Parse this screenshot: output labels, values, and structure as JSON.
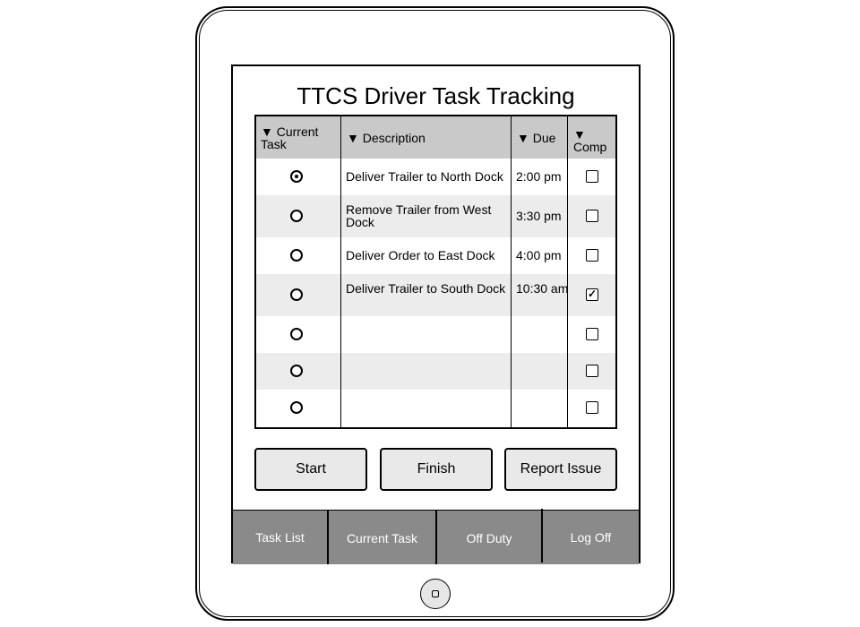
{
  "title": "TTCS Driver Task Tracking",
  "table": {
    "headers": {
      "current_task": "▼ Current Task",
      "description": "▼ Description",
      "due": "▼ Due",
      "comp": "▼ Comp"
    },
    "rows": [
      {
        "description": "Deliver Trailer to North Dock",
        "due": "2:00 pm",
        "current": true,
        "complete": false
      },
      {
        "description": "Remove Trailer from West Dock",
        "due": "3:30 pm",
        "current": false,
        "complete": false
      },
      {
        "description": "Deliver Order to East Dock",
        "due": "4:00 pm",
        "current": false,
        "complete": false
      },
      {
        "description": "Deliver Trailer to South Dock",
        "due": "10:30 am",
        "current": false,
        "complete": true
      },
      {
        "description": "",
        "due": "",
        "current": false,
        "complete": false
      },
      {
        "description": "",
        "due": "",
        "current": false,
        "complete": false
      },
      {
        "description": "",
        "due": "",
        "current": false,
        "complete": false
      }
    ]
  },
  "buttons": {
    "start": "Start",
    "finish": "Finish",
    "report_issue": "Report Issue"
  },
  "nav": {
    "task_list": "Task List",
    "current_task": "Current Task",
    "off_duty": "Off Duty",
    "log_off": "Log Off"
  },
  "colors": {
    "header_bg": "#c9c9c9",
    "alt_row_bg": "#ececec",
    "nav_bg": "#8a8a8a",
    "button_bg": "#e9e9e9"
  },
  "icons": {
    "sort": "triangle-down-icon",
    "check": "checkmark-icon",
    "home": "home-button-icon"
  }
}
